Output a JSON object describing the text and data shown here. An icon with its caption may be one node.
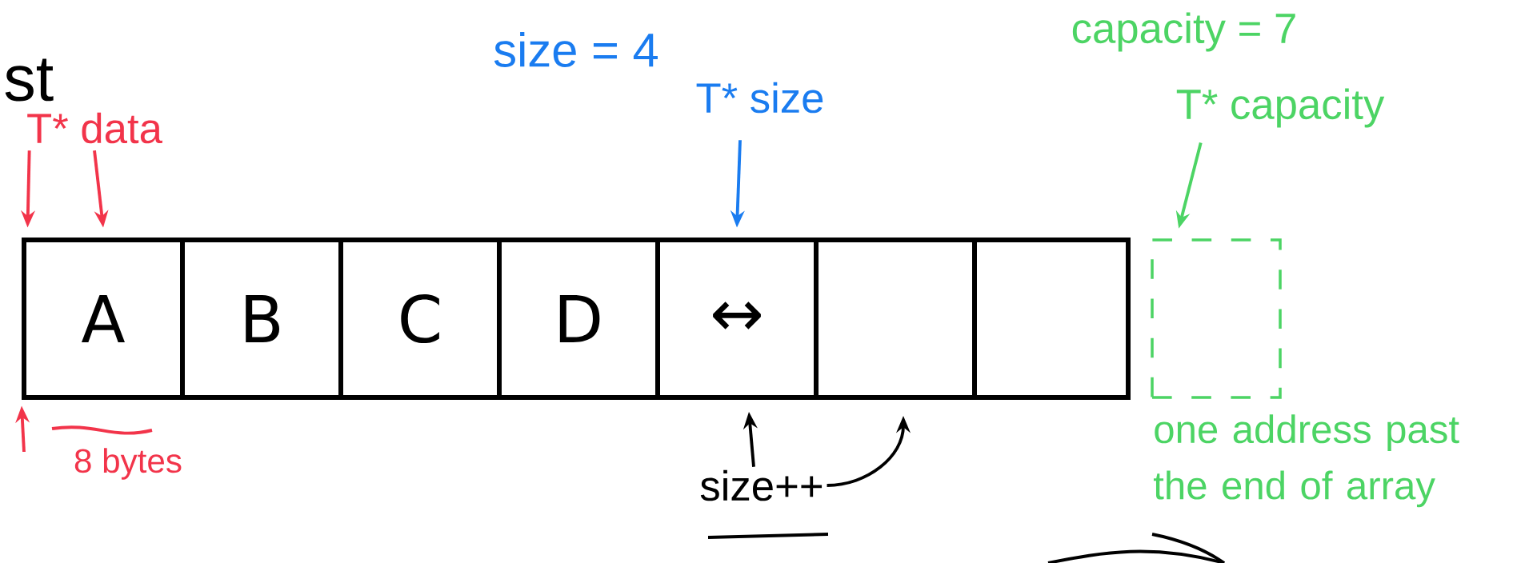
{
  "diagram": {
    "title": "st",
    "nodes": [
      {
        "text": [
          "A"
        ]
      },
      {
        "text": [
          "B"
        ]
      },
      {
        "text": [
          "C"
        ]
      },
      {
        "text": [
          "D"
        ]
      },
      {
        "text": [
          "↔"
        ]
      },
      {
        "text": [],
        "shape": "box"
      },
      {
        "text": [],
        "shape": "box"
      },
      {
        "text": [],
        "shape": "box"
      },
      {
        "text": [
          "T* data"
        ]
      },
      {
        "text": [
          "T* size"
        ]
      },
      {
        "text": [
          "T* capacity"
        ]
      },
      {
        "text": [
          "size++"
        ]
      }
    ],
    "edges": [
      {
        "from": 8,
        "to": 0,
        "arrow": "to",
        "color": "#f2344a"
      },
      {
        "from": 8,
        "to": 0,
        "arrow": "to",
        "color": "#f2344a"
      },
      {
        "from": null,
        "to": 0,
        "arrow": "to",
        "color": "#f2344a"
      },
      {
        "from": 9,
        "to": 4,
        "arrow": "to",
        "color": "#1a7cf0"
      },
      {
        "from": 10,
        "to": 7,
        "arrow": "to",
        "color": "#4cd464"
      },
      {
        "from": 11,
        "to": 4,
        "arrow": "to",
        "color": "#000000"
      },
      {
        "from": 11,
        "to": 5,
        "arrow": "to",
        "color": "#000000"
      }
    ],
    "labels": [
      "size = 4",
      "capacity = 7",
      "8 bytes",
      "one address past the end of array"
    ]
  }
}
